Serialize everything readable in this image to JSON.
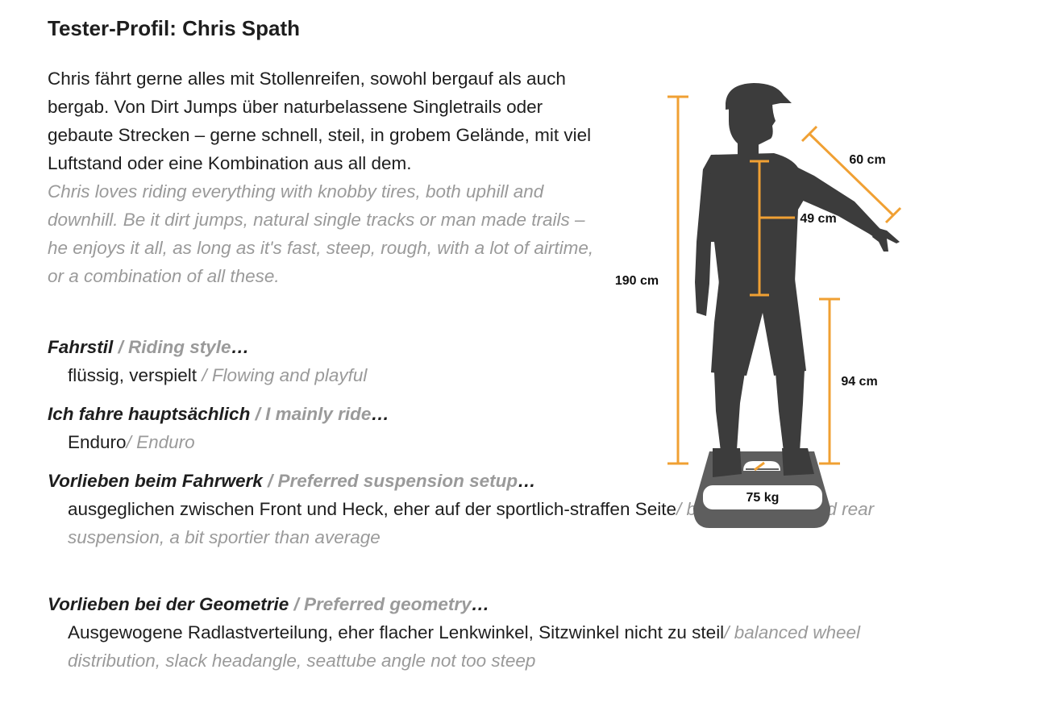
{
  "title": "Tester-Profil: Chris Spath",
  "intro": {
    "de": "Chris fährt gerne alles mit Stollenreifen, sowohl bergauf als auch bergab. Von Dirt Jumps über naturbelassene Singletrails oder gebaute Strecken – gerne schnell, steil, in grobem Gelände, mit viel Luftstand oder eine Kombination aus all dem.",
    "en": "Chris loves riding everything with knobby tires, both uphill and downhill. Be it dirt jumps, natural single tracks or man made trails – he enjoys it all, as long as it's fast, steep, rough, with a lot of airtime, or a combination of all these."
  },
  "sections": [
    {
      "q_de": "Fahrstil",
      "q_en": " / Riding style",
      "dots": "…",
      "a_de": "flüssig, verspielt",
      "a_en": " / Flowing and playful"
    },
    {
      "q_de": "Ich fahre hauptsächlich",
      "q_en": " / I mainly ride",
      "dots": "…",
      "a_de": "Enduro",
      "a_en": "/ Enduro"
    },
    {
      "q_de": "Vorlieben beim Fahrwerk",
      "q_en": " / Preferred suspension setup",
      "dots": "…",
      "a_de": "ausgeglichen zwischen Front und Heck, eher auf der sportlich-straffen Seite",
      "a_en": "/ balanced front and rear suspension, a bit sportier than average"
    },
    {
      "q_de": "Vorlieben bei der Geometrie",
      "q_en": " / Preferred geometry",
      "dots": "…",
      "a_de": "Ausgewogene Radlastverteilung, eher flacher Lenkwinkel, Sitzwinkel nicht zu steil",
      "a_en": "/ balanced wheel distribution, slack headangle, seattube angle not too steep"
    }
  ],
  "figure": {
    "height_label": "190 cm",
    "arm_label": "60 cm",
    "torso_label": "49 cm",
    "inseam_label": "94 cm",
    "weight_label": "75 kg",
    "accent_color": "#f0a033",
    "silhouette_color": "#3c3c3c",
    "scale_color": "#5e5e5e"
  }
}
